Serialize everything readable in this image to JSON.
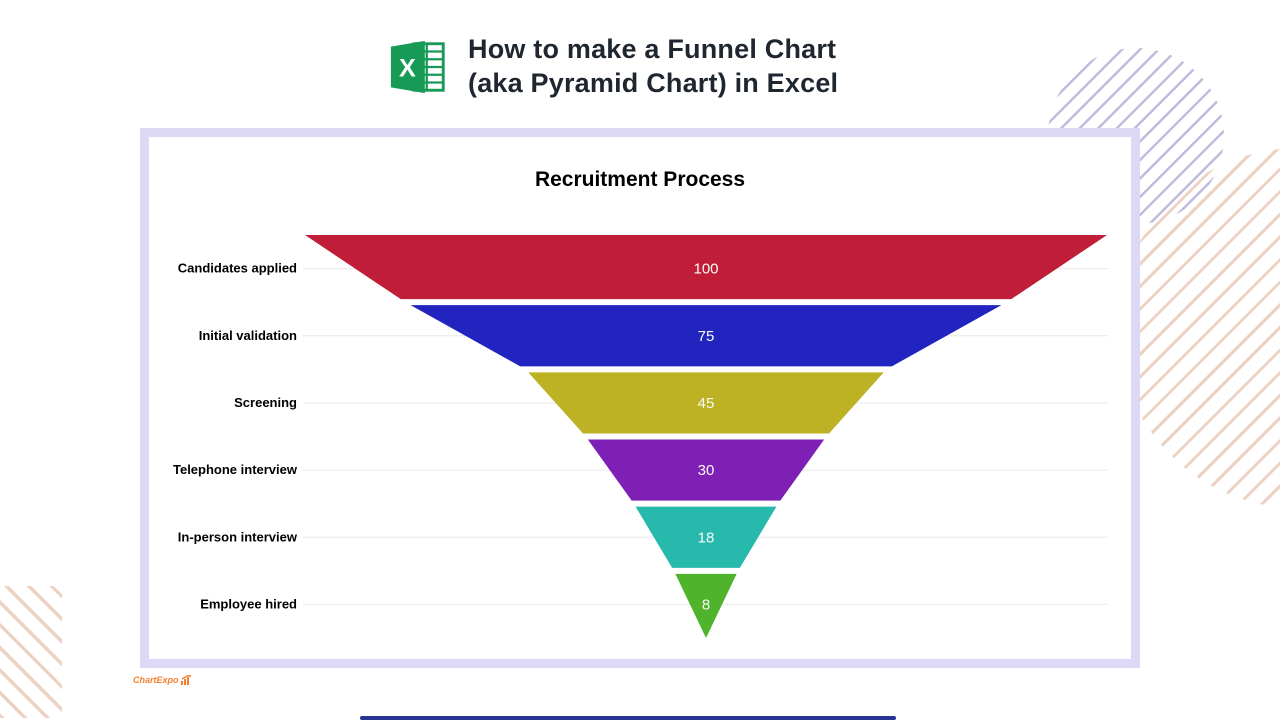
{
  "header": {
    "title_line1": "How to make a Funnel Chart",
    "title_line2": "(aka Pyramid Chart) in Excel",
    "excel_icon_color": "#169a56"
  },
  "chart_data": {
    "type": "funnel",
    "title": "Recruitment Process",
    "categories": [
      "Candidates applied",
      "Initial validation",
      "Screening",
      "Telephone interview",
      "In-person interview",
      "Employee hired"
    ],
    "values": [
      100,
      75,
      45,
      30,
      18,
      8
    ],
    "colors": [
      "#c01e38",
      "#2124be",
      "#bdb124",
      "#7e20b6",
      "#27b9ac",
      "#4fb42b"
    ],
    "value_label_color": "#fafaf7",
    "category_label_color": "#000000",
    "gridline_color": "#ececec",
    "grid": "on",
    "legend": "none",
    "orientation": "inverted-pyramid"
  },
  "footer": {
    "logo_text": "ChartExpo",
    "logo_color": "#f57f2c"
  },
  "decor_colors": {
    "card_border": "#dcd8f5",
    "peach_hatch": "#ecd2c2",
    "lavender_hatch": "#bfbcdd",
    "bottom_bar": "#283593"
  }
}
